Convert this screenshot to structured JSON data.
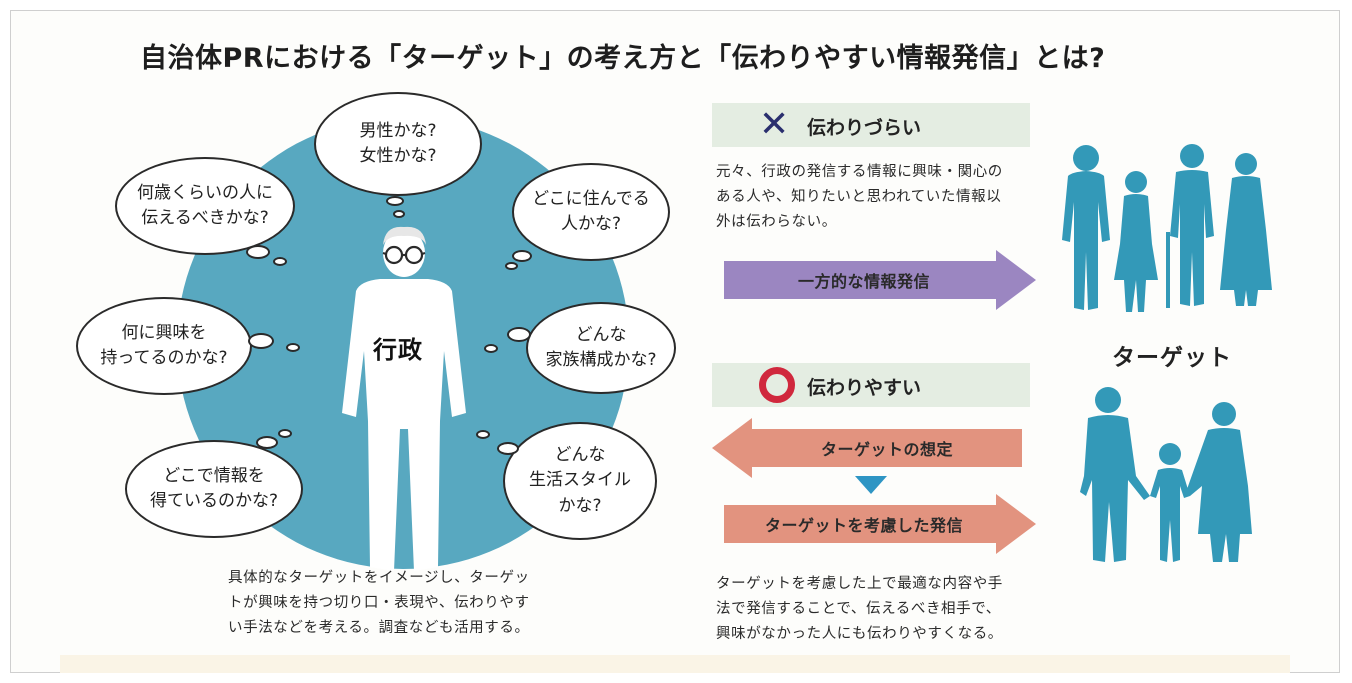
{
  "title": "自治体PRにおける「ターゲット」の考え方と「伝わりやすい情報発信」とは?",
  "left": {
    "person_label": "行政",
    "bubbles": [
      "男性かな?\n女性かな?",
      "何歳くらいの人に\n伝えるべきかな?",
      "どこに住んでる\n人かな?",
      "何に興味を\n持ってるのかな?",
      "どんな\n家族構成かな?",
      "どこで情報を\n得ているのかな?",
      "どんな\n生活スタイル\nかな?"
    ],
    "caption": [
      "具体的なターゲットをイメージし、ターゲッ",
      "トが興味を持つ切り口・表現や、伝わりやす",
      "い手法などを考える。調査なども活用する。"
    ]
  },
  "bad": {
    "mark": "✕",
    "heading": "伝わりづらい",
    "text": [
      "元々、行政の発信する情報に興味・関心の",
      "ある人や、知りたいと思われていた情報以",
      "外は伝わらない。"
    ],
    "arrow_label": "一方的な情報発信"
  },
  "good": {
    "heading": "伝わりやすい",
    "arrow_back_label": "ターゲットの想定",
    "arrow_forward_label": "ターゲットを考慮した発信",
    "text": [
      "ターゲットを考慮した上で最適な内容や手",
      "法で発信することで、伝えるべき相手で、",
      "興味がなかった人にも伝わりやすくなる。"
    ]
  },
  "target_label": "ターゲット",
  "colors": {
    "circle": "#58a8c0",
    "silhouette": "#3399b8",
    "purple_arrow": "#9b86c1",
    "salmon_arrow": "#e2937f",
    "banner": "#e4ede2",
    "x_mark": "#2a2f6e",
    "o_mark": "#d0283d",
    "down_triangle": "#2e95c4"
  }
}
